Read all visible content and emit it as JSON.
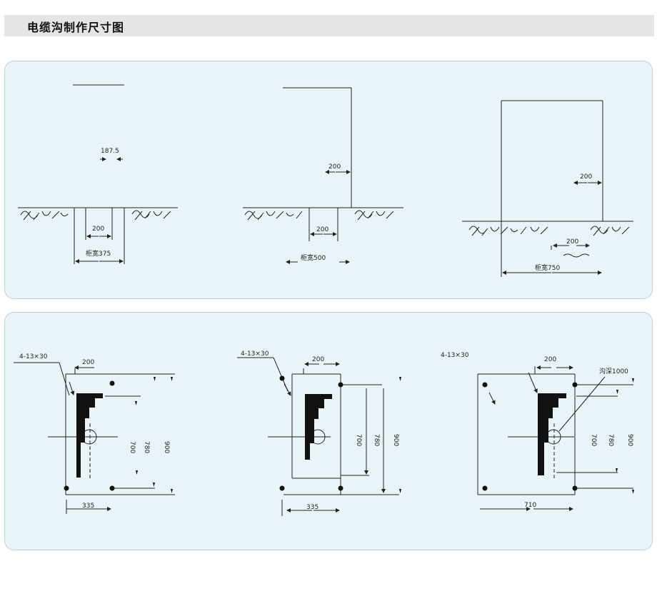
{
  "header": {
    "title": "电缆沟制作尺寸图"
  },
  "top_panel": {
    "diagrams": [
      {
        "offset_label": "187.5",
        "inner_label": "200",
        "width_label": "柜宽375"
      },
      {
        "offset_label": "200",
        "inner_label": "200",
        "width_label": "柜宽500"
      },
      {
        "offset_label": "200",
        "inner_label": "200",
        "width_label": "柜宽750"
      }
    ]
  },
  "bottom_panel": {
    "diagrams": [
      {
        "hole_label": "4-13×30",
        "top_dim": "200",
        "dims": [
          "700",
          "780",
          "900"
        ],
        "width_dim": "335"
      },
      {
        "hole_label": "4-13×30",
        "top_dim": "200",
        "dims": [
          "700",
          "780",
          "900"
        ],
        "width_dim": "335"
      },
      {
        "hole_label": "4-13×30",
        "top_dim": "200",
        "trench_label": "沟深1000",
        "dims": [
          "700",
          "780",
          "900"
        ],
        "width_dim": "710"
      }
    ]
  }
}
